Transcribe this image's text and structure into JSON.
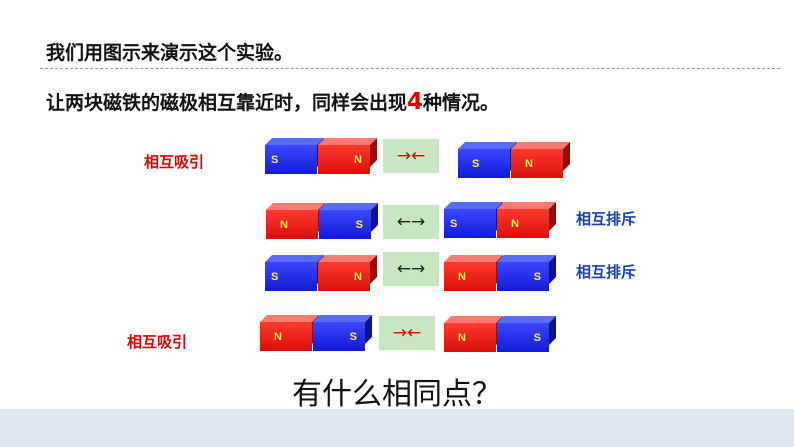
{
  "heading_line1": "我们用图示来演示这个实验。",
  "heading_line2": {
    "before": "让两块磁铁的磁极相互靠近时，同样会出现",
    "highlight": "4",
    "after": "种情况。"
  },
  "rows": [
    {
      "label": "相互吸引",
      "label_color": "#e00000",
      "arrow": "→←",
      "left_magnet": [
        {
          "pole": "S",
          "color": "blue"
        },
        {
          "pole": "N",
          "color": "red"
        }
      ],
      "right_magnet": [
        {
          "pole": "S",
          "color": "blue"
        },
        {
          "pole": "N",
          "color": "red"
        }
      ]
    },
    {
      "label": "相互排斥",
      "label_color": "#1a3fb5",
      "arrow": "←→",
      "left_magnet": [
        {
          "pole": "N",
          "color": "red"
        },
        {
          "pole": "S",
          "color": "blue"
        }
      ],
      "right_magnet": [
        {
          "pole": "S",
          "color": "blue"
        },
        {
          "pole": "N",
          "color": "red"
        }
      ]
    },
    {
      "label": "相互排斥",
      "label_color": "#1a3fb5",
      "arrow": "←→",
      "left_magnet": [
        {
          "pole": "S",
          "color": "blue"
        },
        {
          "pole": "N",
          "color": "red"
        }
      ],
      "right_magnet": [
        {
          "pole": "N",
          "color": "red"
        },
        {
          "pole": "S",
          "color": "blue"
        }
      ]
    },
    {
      "label": "相互吸引",
      "label_color": "#e00000",
      "arrow": "→←",
      "left_magnet": [
        {
          "pole": "N",
          "color": "red"
        },
        {
          "pole": "S",
          "color": "blue"
        }
      ],
      "right_magnet": [
        {
          "pole": "N",
          "color": "red"
        },
        {
          "pole": "S",
          "color": "blue"
        }
      ]
    }
  ],
  "question": "有什么相同点？"
}
